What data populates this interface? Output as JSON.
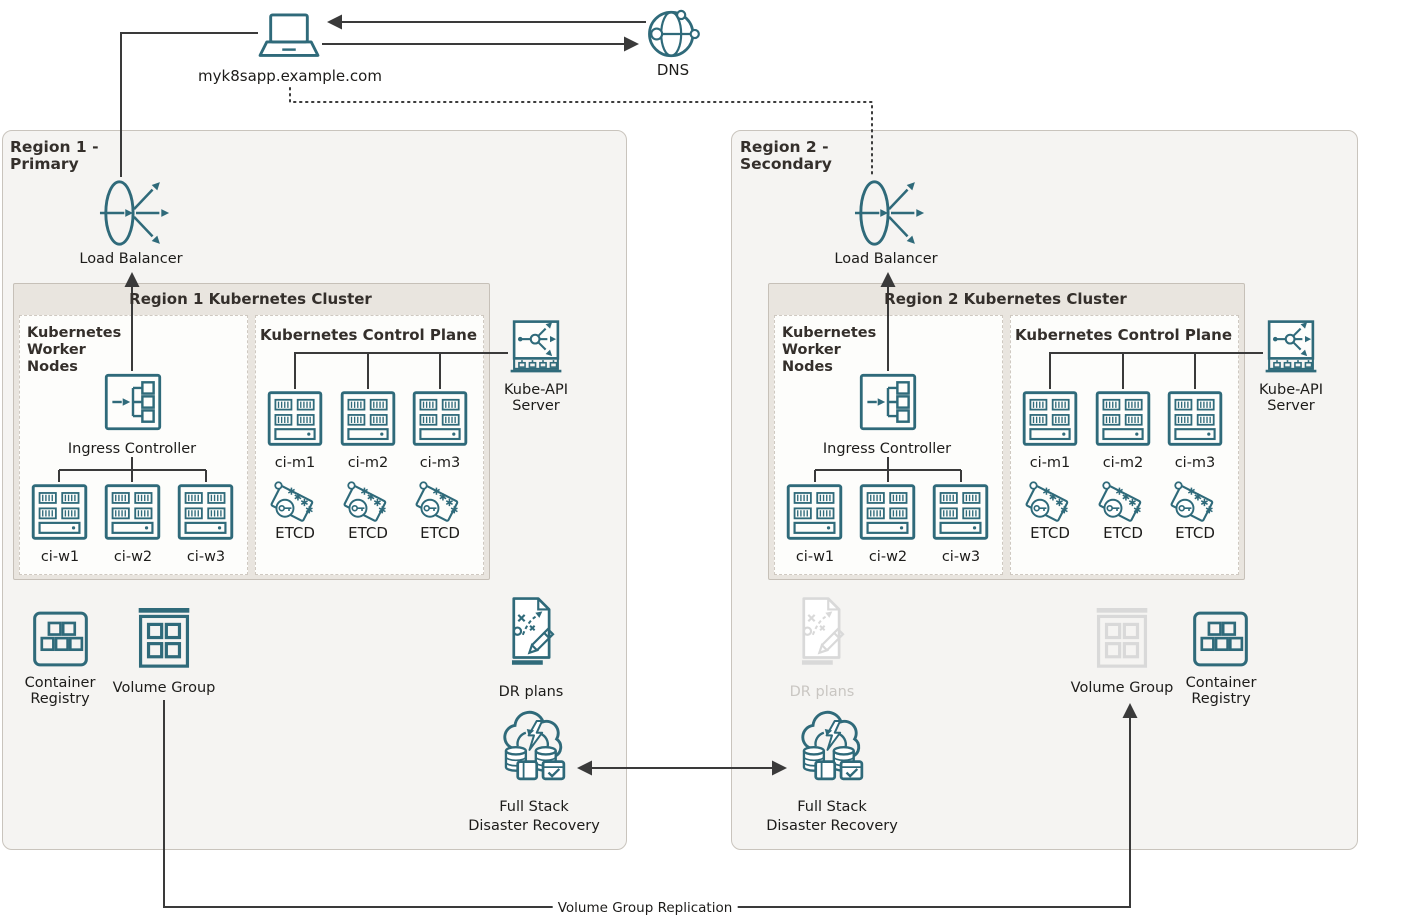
{
  "colors": {
    "teal": "#2f6a7a",
    "disabled_icon": "#d9d9d9",
    "line": "#3a3a3a"
  },
  "top": {
    "client_label": "myk8sapp.example.com",
    "dns_label": "DNS"
  },
  "regions": [
    {
      "title_lines": [
        "Region 1 -",
        "Primary"
      ],
      "load_balancer_label": "Load Balancer",
      "cluster_title": "Region 1 Kubernetes Cluster",
      "worker_title_lines": [
        "Kubernetes",
        "Worker",
        "Nodes"
      ],
      "ingress_label": "Ingress Controller",
      "worker_nodes": [
        "ci-w1",
        "ci-w2",
        "ci-w3"
      ],
      "control_title": "Kubernetes Control Plane",
      "control_nodes": [
        "ci-m1",
        "ci-m2",
        "ci-m3"
      ],
      "etcd_labels": [
        "ETCD",
        "ETCD",
        "ETCD"
      ],
      "kube_api_lines": [
        "Kube-API",
        "Server"
      ],
      "container_registry_lines": [
        "Container",
        "Registry"
      ],
      "volume_group_label": "Volume Group",
      "dr_plans_label": "DR plans",
      "fsdr_lines": [
        "Full Stack",
        "Disaster Recovery"
      ]
    },
    {
      "title_lines": [
        "Region 2 -",
        "Secondary"
      ],
      "load_balancer_label": "Load Balancer",
      "cluster_title": "Region 2 Kubernetes Cluster",
      "worker_title_lines": [
        "Kubernetes",
        "Worker",
        "Nodes"
      ],
      "ingress_label": "Ingress Controller",
      "worker_nodes": [
        "ci-w1",
        "ci-w2",
        "ci-w3"
      ],
      "control_title": "Kubernetes Control Plane",
      "control_nodes": [
        "ci-m1",
        "ci-m2",
        "ci-m3"
      ],
      "etcd_labels": [
        "ETCD",
        "ETCD",
        "ETCD"
      ],
      "kube_api_lines": [
        "Kube-API",
        "Server"
      ],
      "container_registry_lines": [
        "Container",
        "Registry"
      ],
      "volume_group_label": "Volume Group",
      "dr_plans_label": "DR plans",
      "fsdr_lines": [
        "Full Stack",
        "Disaster Recovery"
      ]
    }
  ],
  "connections": {
    "volume_group_replication_label": "Volume Group Replication"
  }
}
